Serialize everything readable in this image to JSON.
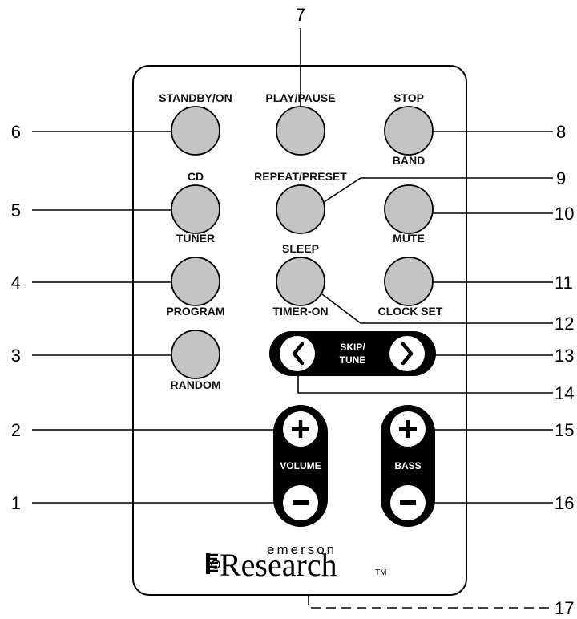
{
  "remote": {
    "buttons": {
      "standby_on": "STANDBY/ON",
      "play_pause": "PLAY/PAUSE",
      "stop": "STOP",
      "band": "BAND",
      "cd": "CD",
      "tuner": "TUNER",
      "repeat_preset": "REPEAT/PRESET",
      "mute": "MUTE",
      "program": "PROGRAM",
      "sleep": "SLEEP",
      "timer_on": "TIMER-ON",
      "clock_set": "CLOCK SET",
      "random": "RANDOM",
      "skip_line1": "SKIP/",
      "skip_line2": "TUNE",
      "volume": "VOLUME",
      "bass": "BASS"
    },
    "brand": {
      "small": "emerson",
      "big": "Research",
      "tm": "TM"
    }
  },
  "callouts": {
    "c1": "1",
    "c2": "2",
    "c3": "3",
    "c4": "4",
    "c5": "5",
    "c6": "6",
    "c7": "7",
    "c8": "8",
    "c9": "9",
    "c10": "10",
    "c11": "11",
    "c12": "12",
    "c13": "13",
    "c14": "14",
    "c15": "15",
    "c16": "16",
    "c17": "17"
  },
  "colors": {
    "button_fill": "#c4c4c4",
    "rocker_fill": "#000000",
    "outline": "#000000"
  }
}
